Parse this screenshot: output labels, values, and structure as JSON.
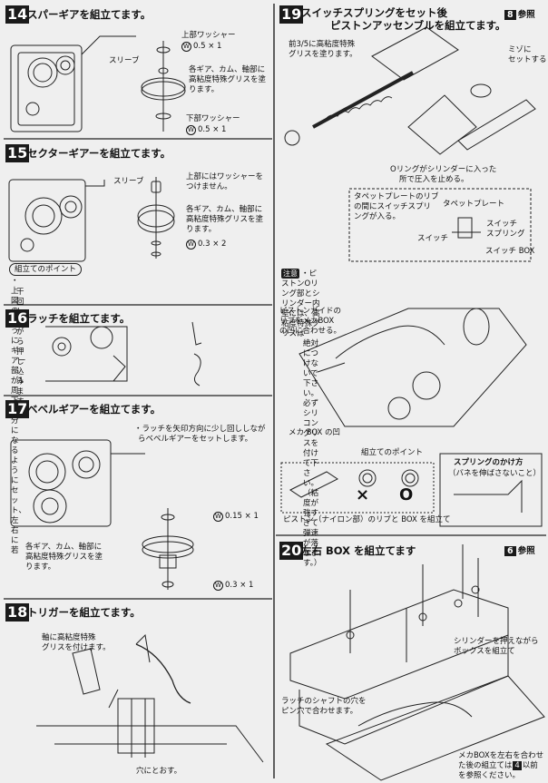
{
  "s14": {
    "num": "14",
    "title": "スパーギアを組立てます。",
    "upper_washer": "上部ワッシャー",
    "upper_size": "0.5 × 1",
    "sleeve": "スリーブ",
    "grease": [
      "各ギア、カム、軸部に",
      "高粘度特殊グリスを塗",
      "ります。"
    ],
    "lower_washer": "下部ワッシャー",
    "lower_size": "0.5 × 1",
    "w": "W"
  },
  "s15": {
    "num": "15",
    "title": "セクターギアーを組立てます。",
    "sleeve": "スリーブ",
    "washer_note": [
      "上部にはワッシャーを",
      "つけません。"
    ],
    "grease": [
      "各ギア、カム、軸部に",
      "高粘度特殊グリスを塗",
      "ります。"
    ],
    "washer_size": "0.3 × 2",
    "w": "W",
    "point_label": "組立てのポイント",
    "point_text": [
      "・上図のようにギアー部が1周下半分になるようにセット、左右に若",
      "干回しながら押し込みます。"
    ]
  },
  "s16": {
    "num": "16",
    "title": "ラッチを組立てます。"
  },
  "s17": {
    "num": "17",
    "title": "ベベルギアーを組立てます。",
    "note": [
      "・ラッチを矢印方向に少し回ししなが",
      "らベベルギアーをセットします。"
    ],
    "upper_size": "0.15 × 1",
    "grease": [
      "各ギア、カム、軸部に",
      "高粘度特殊グリスを塗",
      "ります。"
    ],
    "lower_size": "0.3 × 1",
    "w": "W"
  },
  "s18": {
    "num": "18",
    "title": "トリガーを組立てます。",
    "grease": [
      "軸に高粘度特殊",
      "グリスを付けます。"
    ],
    "hole": "穴にとおす。"
  },
  "s19": {
    "num": "19",
    "title1": "スイッチスプリングをセット後",
    "title2": "ピストンアッセンブルを組立てます。",
    "ref_num": "8",
    "ref_text": "参照",
    "grease": [
      "前3/5に高粘度特殊",
      "グリスを塗ります。"
    ],
    "screw": [
      "ミゾに",
      "セットする"
    ],
    "oring": [
      "Oリングがシリンダーに入った",
      "所で圧入を止める。"
    ],
    "tappet_note": [
      "タペットプレートのリブ",
      "の間にスイッチスプリ",
      "ングが入る。"
    ],
    "tappet": "タペットプレート",
    "switch_spring": [
      "スイッチ",
      "スプリング"
    ],
    "switch": "スイッチ",
    "switch_box": "スイッチ BOX",
    "caution_tag": "注意",
    "caution": [
      "・ピストンOリング部とシリンダー内壁には、高粘度特殊グリスは",
      "絶対につけないで下さい。必ずシリコングリスを付けて下さい。",
      "（粘度が強すぎて弾速が落ちます。）"
    ],
    "guide": [
      "ピストンガイドの",
      "リブをメカBOX",
      "の凹に合わせる。"
    ],
    "mecha_box": "メカ BOX の凹",
    "point_label": "組立てのポイント",
    "piston_note": "ピストン（ナイロン部）のリブと BOX を組立て",
    "spring_title": "スプリングのかけ方",
    "spring_sub": "（バネを伸ばさないこと）",
    "ng": "×",
    "ok": "O"
  },
  "s20": {
    "num": "20",
    "title": "左右 BOX を組立てます",
    "ref_num": "6",
    "ref_text": "参照",
    "cylinder": [
      "シリンダーを押えながら",
      "ボックスを組立て"
    ],
    "latch": [
      "ラッチのシャフトの穴を",
      "ピン穴で合わせます。"
    ],
    "mecha": [
      "メカBOXを左右を合わせ",
      "た後の組立ては",
      "4",
      "以前",
      "を参照ください。"
    ]
  }
}
